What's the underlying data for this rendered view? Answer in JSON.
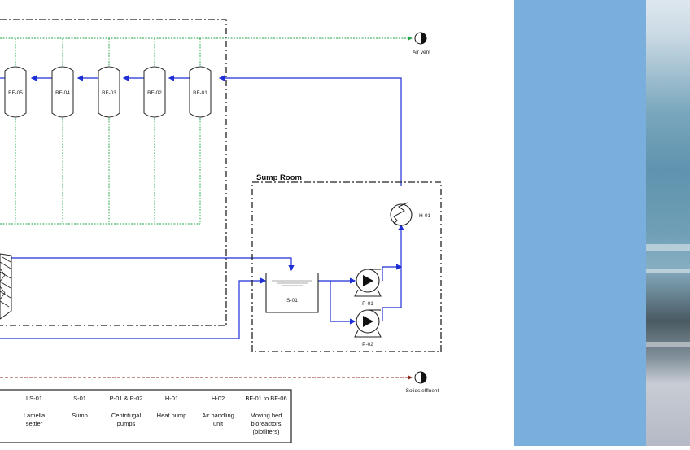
{
  "labels": {
    "air_vent": "Air vent",
    "solids_effluent": "Solids effluent",
    "sump_room": "Sump Room",
    "bf05": "BF-05",
    "bf04": "BF-04",
    "bf03": "BF-03",
    "bf02": "BF-02",
    "bf01": "BF-01",
    "s01": "S-01",
    "h01": "H-01",
    "p01": "P-01",
    "p02": "P-02"
  },
  "legend": [
    {
      "code": "LS-01",
      "desc": [
        "Lamella",
        "settler"
      ]
    },
    {
      "code": "S-01",
      "desc": [
        "Sump"
      ]
    },
    {
      "code": "P-01 & P-02",
      "desc": [
        "Centrifugal",
        "pumps"
      ]
    },
    {
      "code": "H-01",
      "desc": [
        "Heat pump"
      ]
    },
    {
      "code": "H-02",
      "desc": [
        "Air handling",
        "unit"
      ]
    },
    {
      "code": "BF-01 to BF-06",
      "desc": [
        "Moving bed",
        "bioreactors",
        "(biofilters)"
      ]
    }
  ],
  "colors": {
    "water": "#1f2fd6",
    "air": "#22a447",
    "solids": "#8b2a1f",
    "blue_panel": "#7aafdd"
  }
}
